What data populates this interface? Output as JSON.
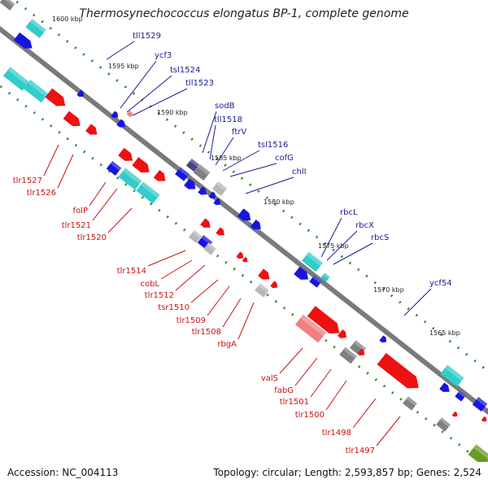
{
  "title": "Thermosynechococcus elongatus BP-1, complete genome",
  "footer": {
    "accession": "Accession: NC_004113",
    "stats": "Topology: circular; Length: 2,593,857 bp; Genes: 2,524"
  },
  "colors": {
    "backbone": "#7a7a7a",
    "tick_dot": "#2a8a2a",
    "blue": "#1515e0",
    "cyan": "#33cccc",
    "red": "#ee1111",
    "pink": "#f08080",
    "gray": "#888888",
    "olive": "#6a9a22",
    "label_blue": "#1a1a99",
    "label_red": "#cc1111"
  },
  "kbp_labels": [
    "1600 kbp",
    "1595 kbp",
    "1590 kbp",
    "1585 kbp",
    "1580 kbp",
    "1575 kbp",
    "1570 kbp",
    "1565 kbp"
  ],
  "upper_gene_labels": [
    "tll1529",
    "ycf3",
    "tsl1524",
    "tll1523",
    "sodB",
    "tll1518",
    "ftrV",
    "tsl1516",
    "cofG",
    "chlI",
    "rbcL",
    "rbcX",
    "rbcS",
    "ycf54"
  ],
  "lower_gene_labels": [
    "tlr1527",
    "tlr1526",
    "folP",
    "tlr1521",
    "tlr1520",
    "tlr1514",
    "cobL",
    "tlr1512",
    "tsr1510",
    "tlr1509",
    "tlr1508",
    "rbgA",
    "valS",
    "fabG",
    "tlr1501",
    "tlr1500",
    "tlr1498",
    "tlr1497"
  ]
}
